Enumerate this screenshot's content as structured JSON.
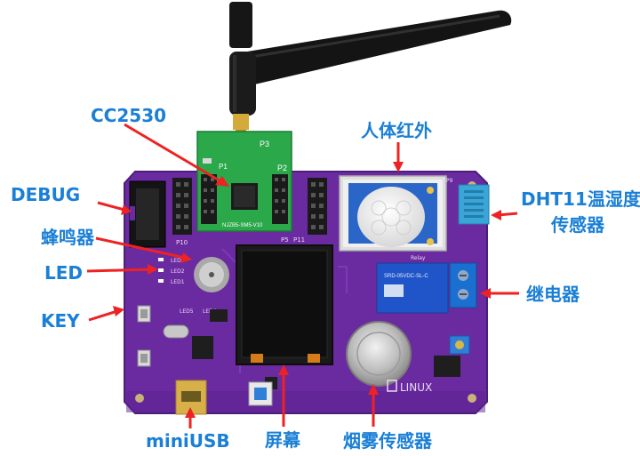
{
  "labels": {
    "cc2530": "CC2530",
    "debug": "DEBUG",
    "buzzer": "蜂鸣器",
    "led": "LED",
    "key": "KEY",
    "pir": "人体红外",
    "dht11_line1": "DHT11温湿度",
    "dht11_line2": "传感器",
    "relay": "继电器",
    "screen": "屏幕",
    "smoke": "烟雾传感器",
    "miniusb": "miniUSB"
  },
  "board_text": {
    "linux_logo": "LINUX",
    "relay_text": "SRD-05VDC-SL-C",
    "relay_title": "Relay",
    "module_text": "NJZB5-SM5-V10",
    "p3": "P3",
    "p1": "P1",
    "p2": "P2",
    "p10": "P10",
    "p11": "P11",
    "p5": "P5",
    "p9": "P9",
    "led1": "LED1",
    "led2": "LED2",
    "led3": "LED3",
    "led4": "LED4",
    "led5": "LED5"
  },
  "colors": {
    "label": "#1a7fd6",
    "arrow": "#ee2222",
    "pcb": "#6a2aa0",
    "module": "#2aa84a",
    "relay": "#1f55c8",
    "terminal": "#1a6fd0"
  }
}
